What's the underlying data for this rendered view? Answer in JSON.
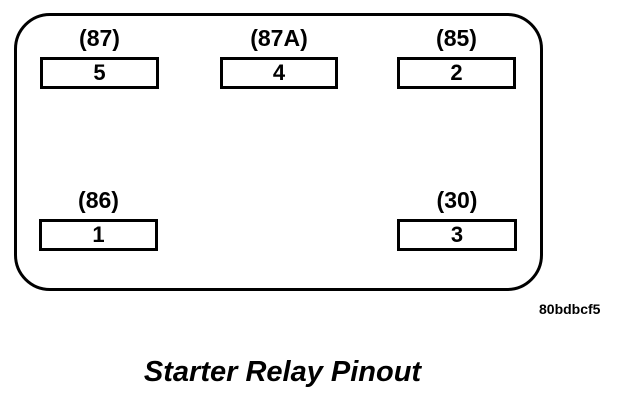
{
  "diagram": {
    "title": "Starter Relay Pinout",
    "figure_code": "80bdbcf5",
    "colors": {
      "line": "#000000",
      "background": "#ffffff"
    },
    "pins": [
      {
        "terminal": "(87)",
        "pin": "5",
        "position": "top-left"
      },
      {
        "terminal": "(87A)",
        "pin": "4",
        "position": "top-center"
      },
      {
        "terminal": "(85)",
        "pin": "2",
        "position": "top-right"
      },
      {
        "terminal": "(86)",
        "pin": "1",
        "position": "bottom-left"
      },
      {
        "terminal": "(30)",
        "pin": "3",
        "position": "bottom-right"
      }
    ]
  }
}
